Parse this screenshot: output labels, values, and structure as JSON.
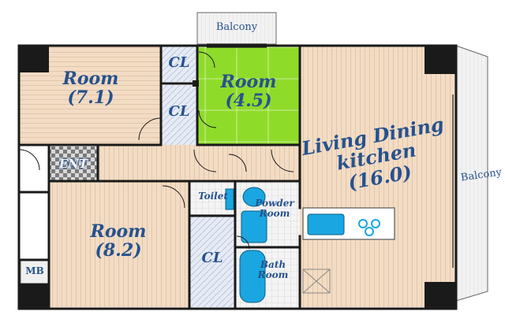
{
  "floorplan": {
    "balcony_top": "Balcony",
    "balcony_right": "Balcony",
    "room_west_name": "Room",
    "room_west_size": "(7.1)",
    "room_japanese_name": "Room",
    "room_japanese_size": "(4.5)",
    "room_south_name": "Room",
    "room_south_size": "(8.2)",
    "closet_1": "CL",
    "closet_2": "CL",
    "closet_3": "CL",
    "entrance": "ENT",
    "toilet": "Toilet",
    "powder_room_line1": "Powder",
    "powder_room_line2": "Room",
    "bath_room_line1": "Bath",
    "bath_room_line2": "Room",
    "ldk_line1": "Living Dining",
    "ldk_line2": "kitchen",
    "ldk_size": "(16.0)",
    "meter_box": "MB"
  },
  "colors": {
    "wall": "#1a1a1a",
    "wood_floor": "#f3dcc4",
    "tatami": "#8fdb2a",
    "tile": "#dfe6f2",
    "label": "#26528e",
    "water_fixture": "#1aa6e0"
  }
}
